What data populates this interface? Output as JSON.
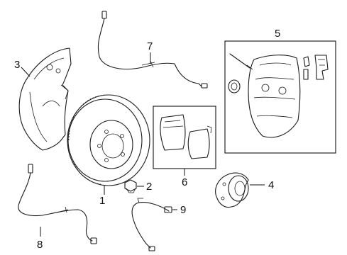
{
  "diagram": {
    "parts": [
      {
        "number": "1",
        "icon": "brake-rotor-icon"
      },
      {
        "number": "2",
        "icon": "bolt-icon"
      },
      {
        "number": "3",
        "icon": "splash-shield-icon"
      },
      {
        "number": "4",
        "icon": "wheel-hub-icon"
      },
      {
        "number": "5",
        "icon": "brake-caliper-kit-icon"
      },
      {
        "number": "6",
        "icon": "brake-pads-icon"
      },
      {
        "number": "7",
        "icon": "wear-sensor-front-icon"
      },
      {
        "number": "8",
        "icon": "abs-sensor-icon"
      },
      {
        "number": "9",
        "icon": "wear-sensor-rear-icon"
      }
    ]
  }
}
